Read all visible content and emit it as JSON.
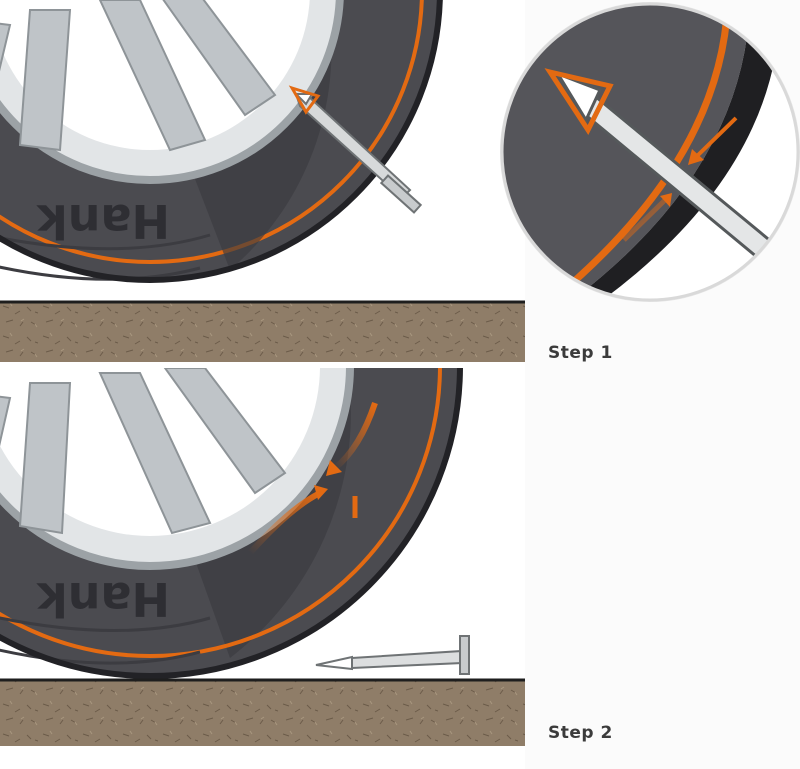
{
  "steps": {
    "step1_label": "Step 1",
    "step2_label": "Step 2"
  },
  "tire": {
    "sidewall_brand": "Hank"
  },
  "colors": {
    "tread_rubber": "#4b4b50",
    "sidewall_dark": "#36363b",
    "rim_silver": "#bfc4c8",
    "highlight_orange": "#e36a12",
    "ground_soil": "#8f7d68",
    "nail_steel": "#d7d9da"
  },
  "icons": {
    "pressure_arrows": "orange-arrow-icon",
    "nail": "nail-icon"
  }
}
